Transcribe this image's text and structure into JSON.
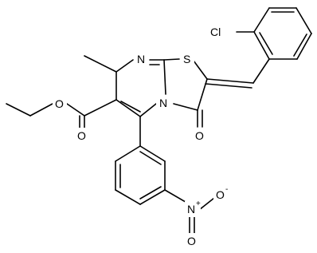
{
  "atoms": {
    "cl": {
      "text": "Cl"
    },
    "n_ring": {
      "text": "N"
    },
    "s_ring": {
      "text": "S"
    },
    "n_bridge": {
      "text": "N"
    },
    "o_ester_ether": {
      "text": "O"
    },
    "o_ester_carbonyl": {
      "text": "O"
    },
    "o_ketone": {
      "text": "O"
    },
    "n_nitro": {
      "text": "N"
    },
    "n_nitro_charge": {
      "text": "+"
    },
    "o_nitro_1": {
      "text": "O"
    },
    "o_nitro_1_charge": {
      "text": "-"
    },
    "o_nitro_2": {
      "text": "O"
    }
  }
}
